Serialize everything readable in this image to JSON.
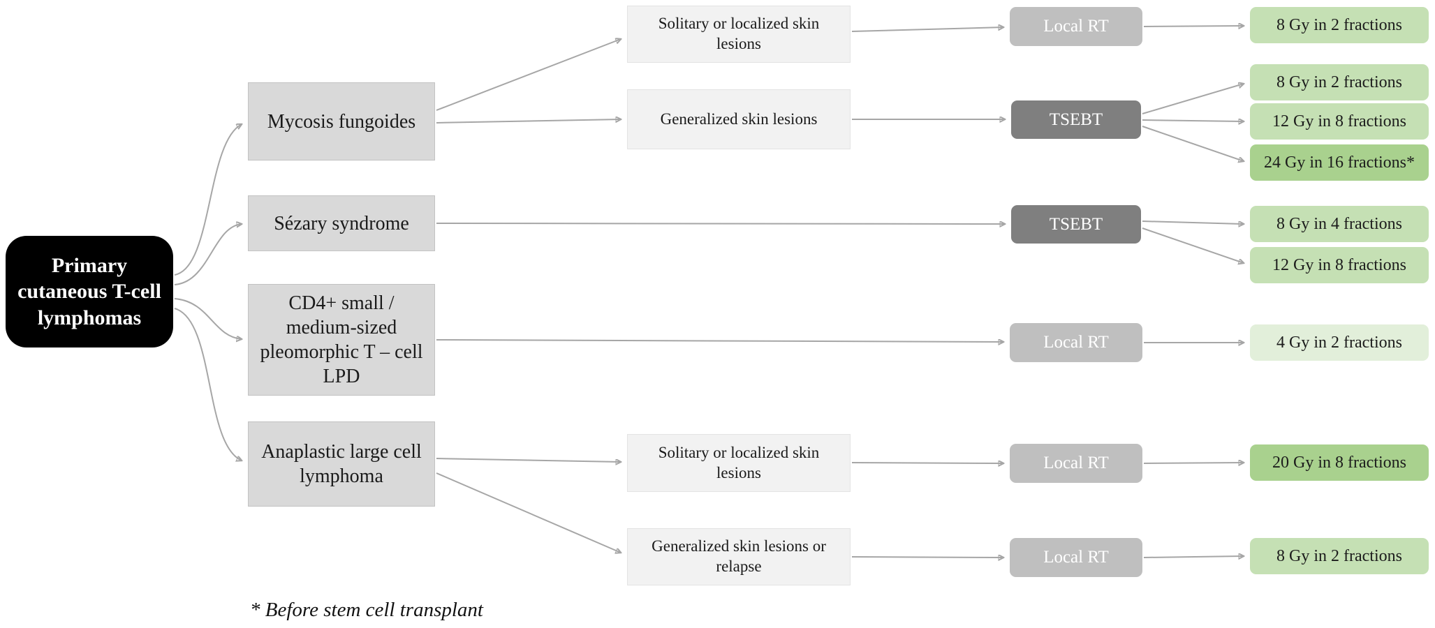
{
  "root": {
    "label": "Primary cutaneous T-cell lymphomas"
  },
  "diagnoses": [
    {
      "id": "mycosis-fungoides",
      "label": "Mycosis fungoides"
    },
    {
      "id": "sezary-syndrome",
      "label": "Sézary syndrome"
    },
    {
      "id": "cd4-small-medium-lpd",
      "label": "CD4+ small / medium-sized pleomorphic T – cell LPD"
    },
    {
      "id": "anaplastic-large-cell-lymphoma",
      "label": "Anaplastic large cell lymphoma"
    }
  ],
  "presentations": [
    {
      "id": "mf-solitary",
      "label": "Solitary or localized skin lesions"
    },
    {
      "id": "mf-generalized",
      "label": "Generalized skin lesions"
    },
    {
      "id": "alcl-solitary",
      "label": "Solitary or localized skin lesions"
    },
    {
      "id": "alcl-generalized",
      "label": "Generalized skin lesions or relapse"
    }
  ],
  "modalities": [
    {
      "id": "mf-solitary-local-rt",
      "label": "Local RT"
    },
    {
      "id": "mf-generalized-tsebt",
      "label": "TSEBT"
    },
    {
      "id": "sezary-tsebt",
      "label": "TSEBT"
    },
    {
      "id": "cd4-local-rt",
      "label": "Local RT"
    },
    {
      "id": "alcl-solitary-local-rt",
      "label": "Local RT"
    },
    {
      "id": "alcl-generalized-local-rt",
      "label": "Local RT"
    }
  ],
  "doses": [
    {
      "id": "mf-solitary-dose",
      "label": "8 Gy in 2 fractions",
      "shade": "light"
    },
    {
      "id": "mf-tsebt-dose-1",
      "label": "8 Gy in 2 fractions",
      "shade": "light"
    },
    {
      "id": "mf-tsebt-dose-2",
      "label": "12 Gy in 8 fractions",
      "shade": "light"
    },
    {
      "id": "mf-tsebt-dose-3",
      "label": "24 Gy in 16 fractions*",
      "shade": "medium"
    },
    {
      "id": "sezary-dose-1",
      "label": "8 Gy in 4 fractions",
      "shade": "light"
    },
    {
      "id": "sezary-dose-2",
      "label": "12 Gy in 8 fractions",
      "shade": "light"
    },
    {
      "id": "cd4-dose",
      "label": "4 Gy in 2 fractions",
      "shade": "pale"
    },
    {
      "id": "alcl-solitary-dose",
      "label": "20 Gy in 8 fractions",
      "shade": "medium"
    },
    {
      "id": "alcl-generalized-dose",
      "label": "8 Gy in 2 fractions",
      "shade": "light"
    }
  ],
  "footnote": "* Before stem cell transplant",
  "colors": {
    "root_bg": "#000000",
    "diagnosis_bg": "#d9d9d9",
    "presentation_bg": "#f2f2f2",
    "local_rt_bg": "#bfbfbf",
    "tsebt_bg": "#7f7f7f",
    "dose_light": "#c5e0b4",
    "dose_medium": "#a9d18e",
    "dose_pale": "#e2efda",
    "arrow": "#a6a6a6"
  }
}
